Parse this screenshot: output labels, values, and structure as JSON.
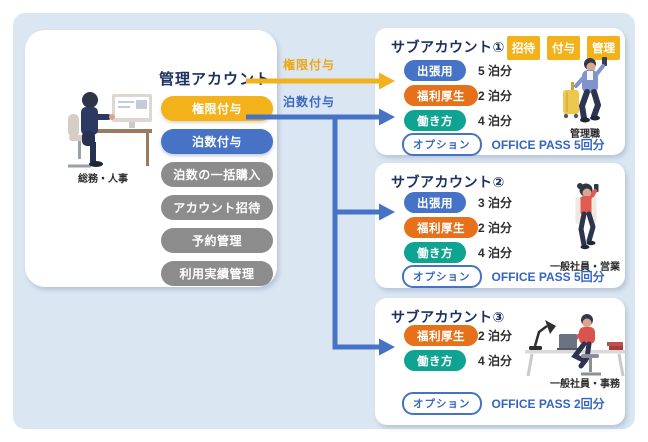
{
  "colors": {
    "canvas_bg": "#dbe6f3",
    "panel_bg": "#ffffff",
    "navy_title": "#1d3061",
    "gold": "#f3b11b",
    "blue": "#4673c6",
    "orange": "#e7701b",
    "teal": "#0fa391",
    "gray": "#8c8c8c",
    "office_pass_blue": "#3465c0"
  },
  "admin": {
    "title": "管理アカウント",
    "person_label": "総務・人事",
    "buttons": [
      {
        "label": "権限付与"
      },
      {
        "label": "泊数付与"
      },
      {
        "label": "泊数の一括購入"
      },
      {
        "label": "アカウント招待"
      },
      {
        "label": "予約管理"
      },
      {
        "label": "利用実績管理"
      }
    ]
  },
  "flows": {
    "permission_label": "権限付与",
    "nights_label": "泊数付与"
  },
  "sub_accounts": [
    {
      "title": "サブアカウント①",
      "tags": [
        "招待",
        "付与",
        "管理"
      ],
      "rows": [
        {
          "label": "出張用",
          "value": "5 泊分"
        },
        {
          "label": "福利厚生",
          "value": "2 泊分"
        },
        {
          "label": "働き方",
          "value": "4 泊分"
        }
      ],
      "option": {
        "label": "オプション",
        "value": "OFFICE PASS 5回分"
      },
      "person_label": "管理職"
    },
    {
      "title": "サブアカウント②",
      "rows": [
        {
          "label": "出張用",
          "value": "3 泊分"
        },
        {
          "label": "福利厚生",
          "value": "2 泊分"
        },
        {
          "label": "働き方",
          "value": "4 泊分"
        }
      ],
      "option": {
        "label": "オプション",
        "value": "OFFICE PASS 5回分"
      },
      "person_label": "一般社員・営業"
    },
    {
      "title": "サブアカウント③",
      "rows": [
        {
          "label": "福利厚生",
          "value": "2 泊分"
        },
        {
          "label": "働き方",
          "value": "4 泊分"
        }
      ],
      "option": {
        "label": "オプション",
        "value": "OFFICE PASS 2回分"
      },
      "person_label": "一般社員・事務"
    }
  ]
}
